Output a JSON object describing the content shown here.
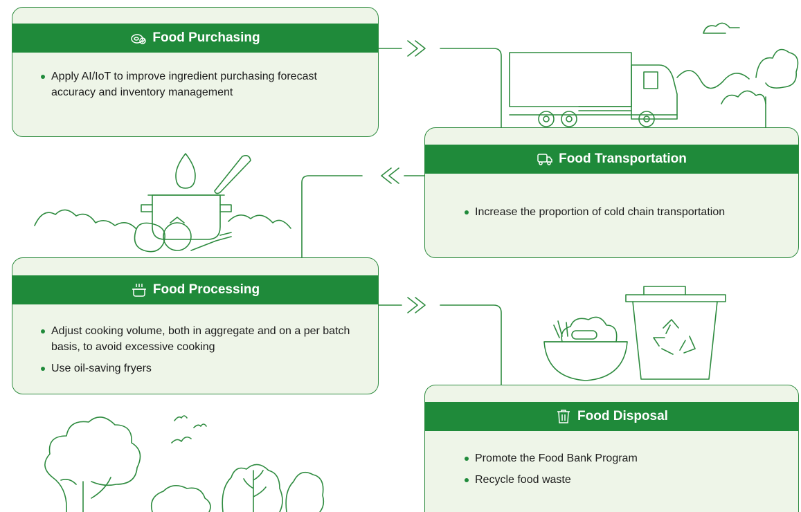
{
  "colors": {
    "primary": "#1f8a3a",
    "card_bg": "#eef5e8",
    "text": "#1c1c1c"
  },
  "stages": [
    {
      "title": "Food Purchasing",
      "icon": "meat-icon",
      "bullets": [
        "Apply AI/IoT to improve ingredient purchasing forecast accuracy and inventory management"
      ]
    },
    {
      "title": "Food Transportation",
      "icon": "truck-icon",
      "bullets": [
        "Increase the proportion of cold chain transportation"
      ]
    },
    {
      "title": "Food Processing",
      "icon": "cooking-pot-icon",
      "bullets": [
        "Adjust cooking volume, both in aggregate and on a per batch basis, to avoid excessive cooking",
        "Use oil-saving fryers"
      ]
    },
    {
      "title": "Food Disposal",
      "icon": "trash-bin-icon",
      "bullets": [
        "Promote the Food Bank Program",
        "Recycle food waste"
      ]
    }
  ]
}
